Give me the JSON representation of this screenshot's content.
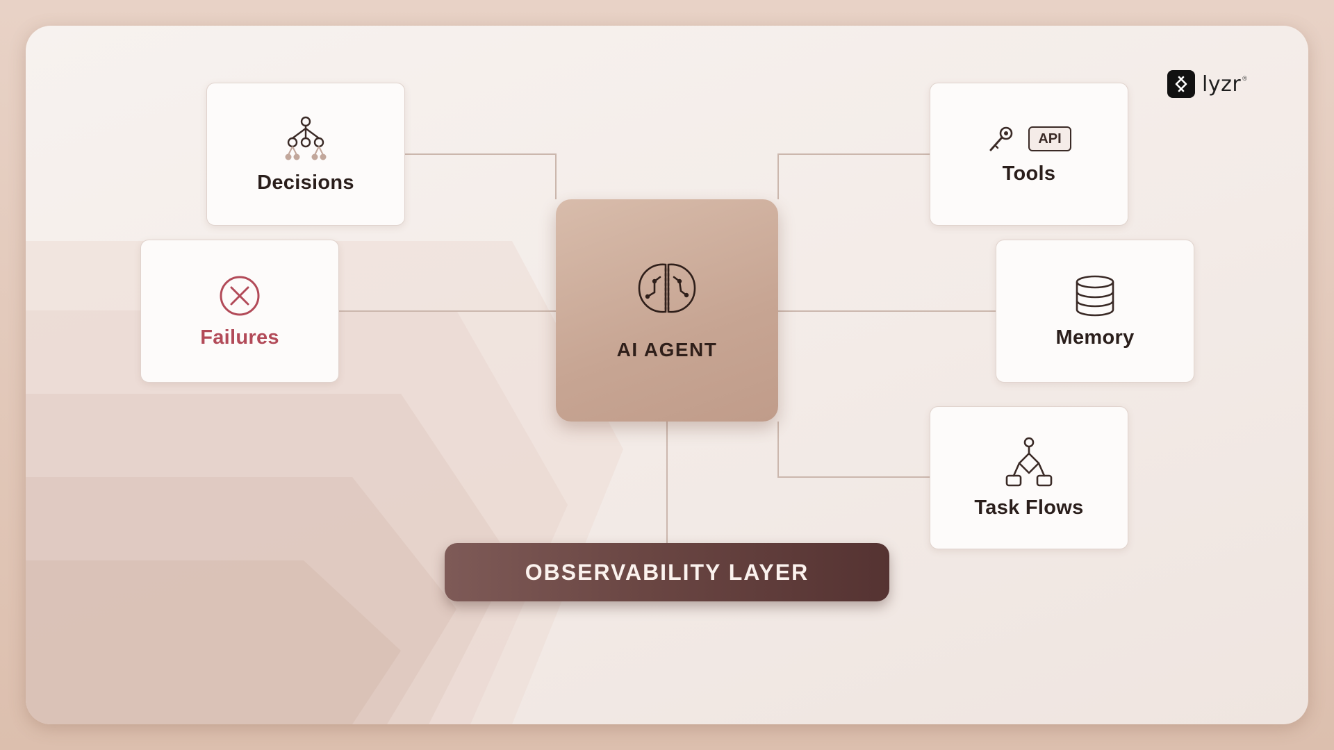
{
  "agent": {
    "label": "AI AGENT",
    "icon": "brain-icon"
  },
  "nodes": {
    "decisions": {
      "label": "Decisions",
      "icon": "decision-tree-icon"
    },
    "failures": {
      "label": "Failures",
      "icon": "x-circle-icon"
    },
    "tools": {
      "label": "Tools",
      "icon": "key-api-icon",
      "badge": "API"
    },
    "memory": {
      "label": "Memory",
      "icon": "database-icon"
    },
    "task_flows": {
      "label": "Task Flows",
      "icon": "flowchart-icon"
    }
  },
  "observability": {
    "label": "OBSERVABILITY LAYER"
  },
  "brand": {
    "name": "lyzr",
    "mark": "®"
  },
  "colors": {
    "accent": "#b24a58",
    "agent": "#c7a593",
    "observability": "#6a4643",
    "connector": "#cbb7ad"
  }
}
